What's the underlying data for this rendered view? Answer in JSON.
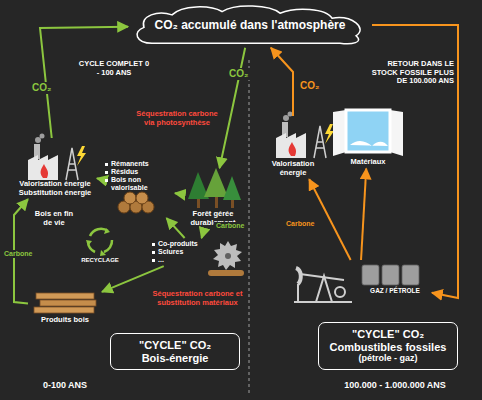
{
  "diagram": {
    "nodes": [
      {
        "text": [
          "CO₂ accumulé dans l'atmosphère"
        ]
      },
      {
        "text": [
          "Valorisation énergie Substitution énergie"
        ]
      },
      {
        "text": [
          "Rémanents",
          "Résidus",
          "Bois non valorisable"
        ]
      },
      {
        "text": [
          "Forêt gérée durablement"
        ]
      },
      {
        "text": [
          "Co-produits",
          "Sciures",
          "..."
        ]
      },
      {
        "text": [
          "Produits bois"
        ]
      },
      {
        "text": [
          "\"CYCLE\" CO₂",
          "Bois-énergie"
        ]
      },
      {
        "text": [
          "Valorisation énergie"
        ]
      },
      {
        "text": [
          "Matériaux"
        ]
      },
      {
        "text": [
          "GAZ / PÉTROLE"
        ]
      },
      {
        "text": [
          "\"CYCLE\" CO₂",
          "Combustibles fossiles",
          "(pétrole - gaz)"
        ]
      }
    ],
    "edges": [
      {
        "from": 1,
        "to": 0,
        "arrow": "to",
        "label": "CO₂"
      },
      {
        "from": 0,
        "to": 3,
        "arrow": "to",
        "label": "CO₂"
      },
      {
        "from": 3,
        "to": 2,
        "arrow": "to"
      },
      {
        "from": 2,
        "to": 1,
        "arrow": "to"
      },
      {
        "from": 3,
        "to": 4,
        "arrow": "to",
        "label": "Carbone"
      },
      {
        "from": 4,
        "to": 2,
        "arrow": "to"
      },
      {
        "from": 4,
        "to": 5,
        "arrow": "to"
      },
      {
        "from": 5,
        "to": 1,
        "arrow": "to",
        "label": "Carbone"
      },
      {
        "from": 7,
        "to": 0,
        "arrow": "to",
        "label": "CO₂"
      },
      {
        "from": 0,
        "to": 9,
        "arrow": "to",
        "label": "RETOUR DANS LE STOCK FOSSILE PLUS DE 100.000 ANS"
      },
      {
        "from": 9,
        "to": 7,
        "arrow": "to",
        "label": "Carbone"
      },
      {
        "from": 9,
        "to": 8,
        "arrow": "to"
      }
    ],
    "labels": [
      "CYCLE COMPLET 0 - 100 ANS",
      "Séquestration carbone via photosynthèse",
      "Bois en fin de vie",
      "RECYCLAGE",
      "Séquestration carbone et substitution matériaux",
      "0-100 ANS",
      "100.000 - 1.000.000 ANS"
    ]
  }
}
